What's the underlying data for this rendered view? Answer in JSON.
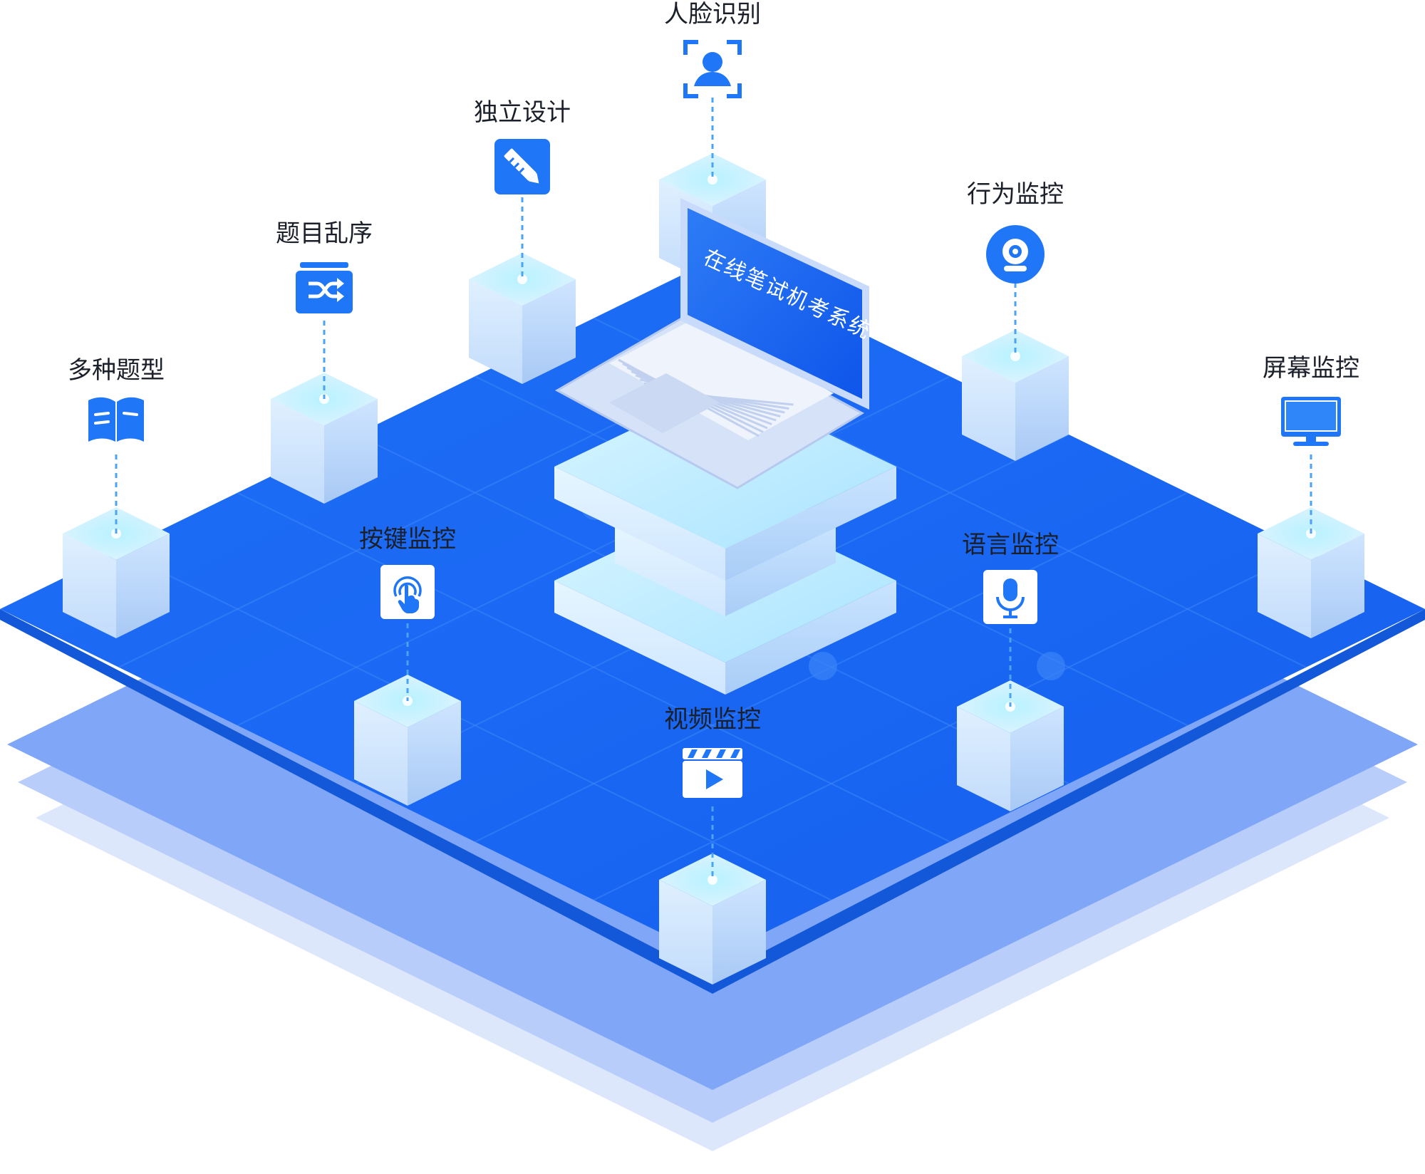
{
  "diagram": {
    "center_title": "在线笔试机考系统",
    "colors": {
      "platform_top": "#1769f5",
      "platform_edge": "#1258d8",
      "layer_1": "#7fa6f7",
      "layer_2": "#b8cdf9",
      "layer_3": "#dde7fc",
      "cube_face": "#d8ebff",
      "accent": "#1f76f7",
      "connector": "#4aa3f5"
    },
    "features": [
      {
        "id": "face-recognition",
        "label": "人脸识别",
        "icon": "face-scan-icon"
      },
      {
        "id": "independent-design",
        "label": "独立设计",
        "icon": "pencil-ruler-icon"
      },
      {
        "id": "question-shuffle",
        "label": "题目乱序",
        "icon": "shuffle-icon"
      },
      {
        "id": "question-types",
        "label": "多种题型",
        "icon": "open-book-icon"
      },
      {
        "id": "behavior-monitor",
        "label": "行为监控",
        "icon": "webcam-icon"
      },
      {
        "id": "screen-monitor",
        "label": "屏幕监控",
        "icon": "monitor-icon"
      },
      {
        "id": "keystroke-monitor",
        "label": "按键监控",
        "icon": "touch-finger-icon"
      },
      {
        "id": "voice-monitor",
        "label": "语言监控",
        "icon": "microphone-icon"
      },
      {
        "id": "video-monitor",
        "label": "视频监控",
        "icon": "video-clapper-icon"
      }
    ]
  }
}
